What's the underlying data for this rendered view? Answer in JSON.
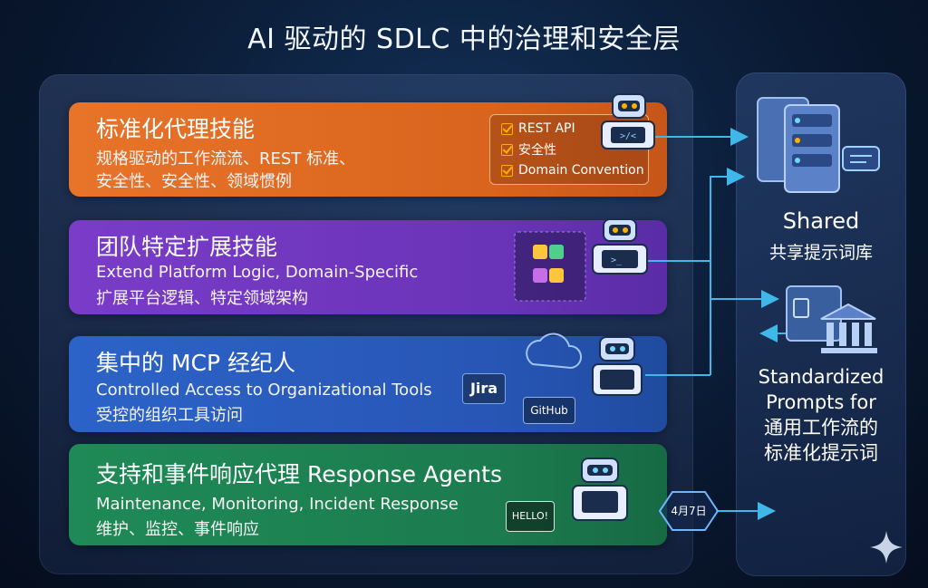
{
  "title": "AI 驱动的 SDLC 中的治理和安全层",
  "cards": [
    {
      "title": "标准化代理技能",
      "line1": "规格驱动的工作流流、REST 标准、",
      "line2": "安全性、安全性、领域惯例",
      "color": "#e06a22",
      "checklist": [
        "REST API",
        "安全性",
        "Domain Convention"
      ]
    },
    {
      "title": "团队特定扩展技能",
      "line1": "Extend Platform Logic, Domain-Specific",
      "line2": "扩展平台逻辑、特定领域架构",
      "color": "#7038c0"
    },
    {
      "title": "集中的 MCP 经纪人",
      "line1": "Controlled Access to Organizational Tools",
      "line2": "受控的组织工具访问",
      "color": "#2a5dbf",
      "tools": [
        "Jira",
        "GitHub"
      ]
    },
    {
      "title": "支持和事件响应代理 Response Agents",
      "line1": "Maintenance, Monitoring, Incident Response",
      "line2": "维护、监控、事件响应",
      "color": "#1d8452",
      "screen_text": "HELLO!",
      "date_badge": "4月7日"
    }
  ],
  "sidebar": {
    "shared_title": "Shared",
    "shared_subtitle": "共享提示词库",
    "standardized_lines": [
      "Standardized",
      "Prompts for",
      "通用工作流的",
      "标准化提示词"
    ]
  },
  "icons": [
    "robot-icon",
    "server-stack-icon",
    "chat-bubble-icon",
    "checklist-icon",
    "building-columns-icon",
    "puzzle-blocks-icon",
    "cloud-icon",
    "sparkle-icon"
  ],
  "colors": {
    "accent_arrow": "#3fb7e8",
    "background": "#0a1a33"
  }
}
